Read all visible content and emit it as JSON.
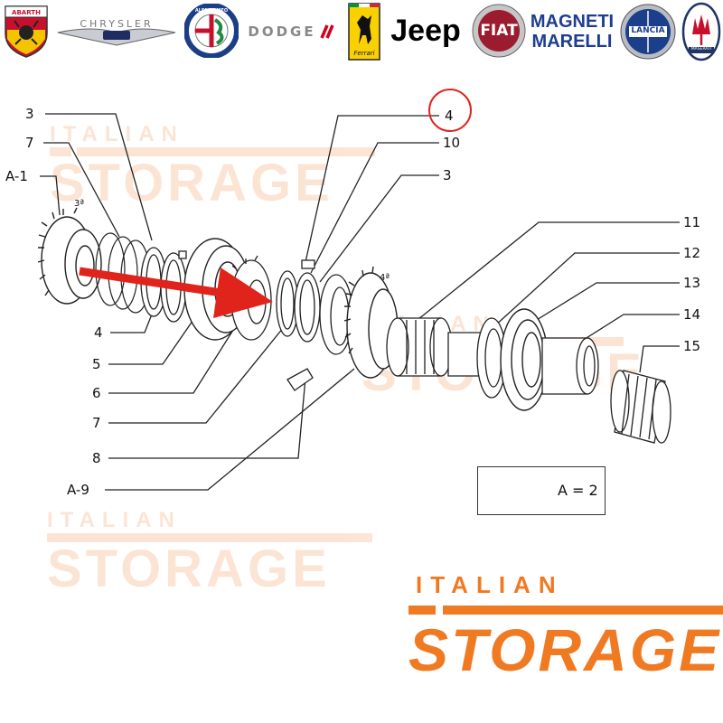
{
  "brands": {
    "abarth": "ABARTH",
    "chrysler": "CHRYSLER",
    "alfa_romeo": "ALFA ROMEO",
    "dodge": "DODGE",
    "ferrari": "Ferrari",
    "jeep": "Jeep",
    "fiat": "FIAT",
    "magneti_line1": "MAGNETI",
    "magneti_line2": "MARELLI",
    "lancia": "LANCIA",
    "maserati": "MASERATI"
  },
  "callouts": {
    "c3_left": "3",
    "c7_left": "7",
    "c_a1": "A-1",
    "c3a_sup": "3ª",
    "c4_bottom": "4",
    "c5": "5",
    "c6": "6",
    "c7_bottom": "7",
    "c8": "8",
    "c_a9": "A-9",
    "c4_highlight": "4",
    "c10": "10",
    "c3_right": "3",
    "c4a_sup": "4ª",
    "c11": "11",
    "c12": "12",
    "c13": "13",
    "c14": "14",
    "c15": "15"
  },
  "quantity_note": "A = 2",
  "watermark": {
    "italian": "ITALIAN",
    "storage": "STORAGE"
  },
  "brand_logo": {
    "italian": "ITALIAN",
    "storage": "STORAGE"
  },
  "colors": {
    "highlight_red": "#e0241c",
    "brand_orange": "#f07a22",
    "watermark_orange": "#f08a3c",
    "line_dark": "#222222"
  }
}
